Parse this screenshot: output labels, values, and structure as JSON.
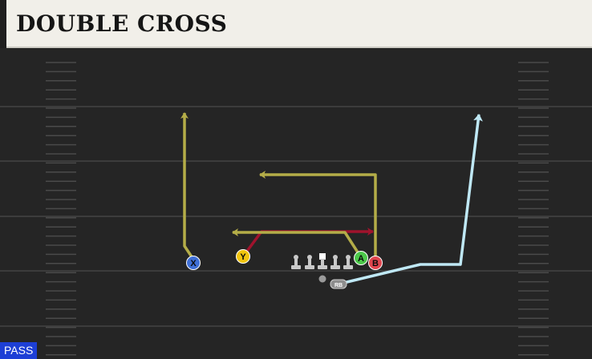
{
  "play": {
    "title": "DOUBLE CROSS",
    "badge": "PASS"
  },
  "players": {
    "x": "X",
    "y": "Y",
    "a": "A",
    "b": "B",
    "rb": "RB"
  },
  "colors": {
    "x_receiver": "#3f6fd6",
    "y_receiver": "#f1c40f",
    "a_receiver": "#4cc84a",
    "b_receiver": "#e0464f",
    "route_yellow": "#b4ad48",
    "route_red": "#a0132d",
    "route_blue": "#bfe8f5",
    "pass_badge": "#1d3fd6"
  }
}
